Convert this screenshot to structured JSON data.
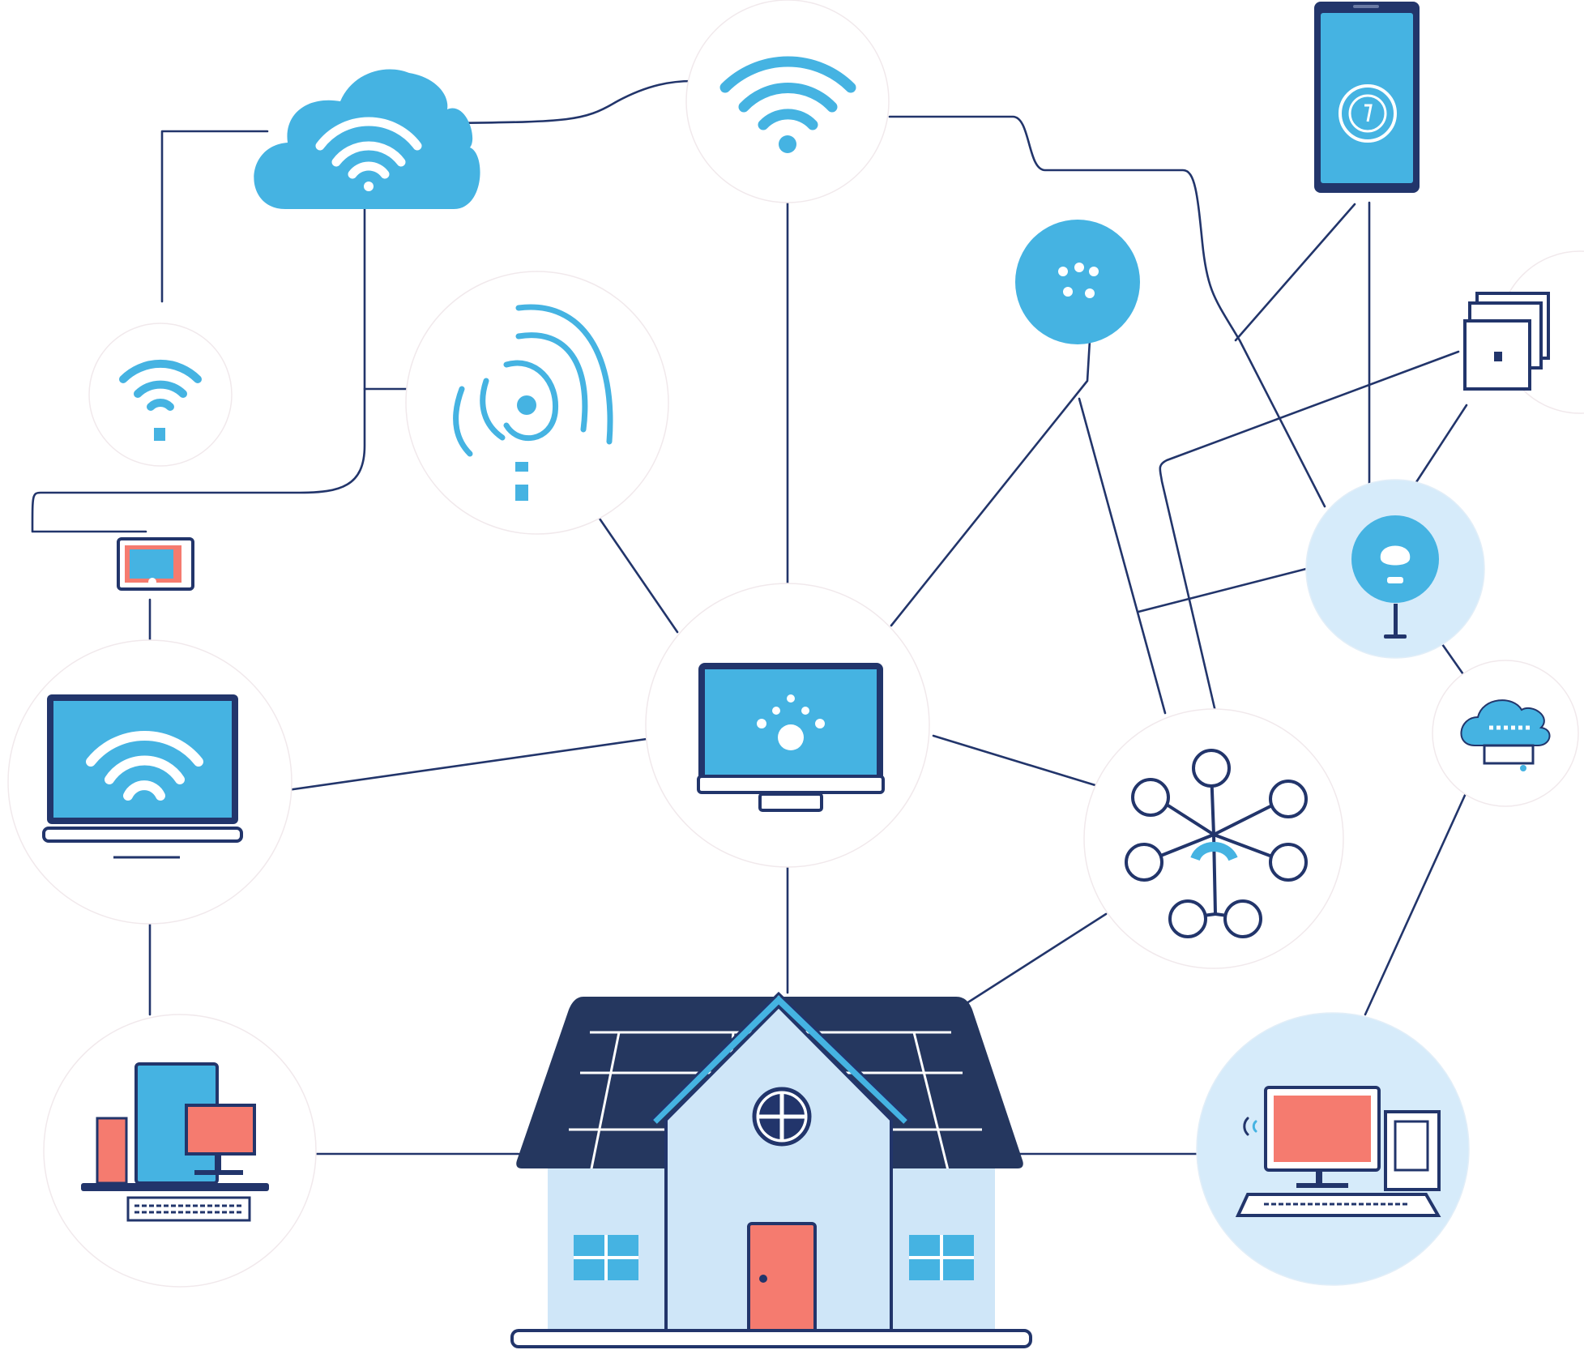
{
  "diagram": {
    "title": "",
    "nodes": [
      {
        "id": "cloud-wifi",
        "icon": "cloud-wifi-icon"
      },
      {
        "id": "wifi-top",
        "icon": "wifi-icon"
      },
      {
        "id": "smartphone",
        "icon": "smartphone-icon"
      },
      {
        "id": "wifi-small",
        "icon": "wifi-icon"
      },
      {
        "id": "signal-swirl",
        "icon": "wireless-signal-icon"
      },
      {
        "id": "blue-dot",
        "icon": "device-dot-icon"
      },
      {
        "id": "storage",
        "icon": "storage-box-icon"
      },
      {
        "id": "plug",
        "icon": "power-adapter-icon"
      },
      {
        "id": "bulb",
        "icon": "smart-bulb-icon"
      },
      {
        "id": "laptop",
        "icon": "laptop-wifi-icon"
      },
      {
        "id": "monitor",
        "icon": "monitor-hub-icon"
      },
      {
        "id": "network-hub",
        "icon": "network-hub-icon"
      },
      {
        "id": "cloud-small",
        "icon": "cloud-storage-icon"
      },
      {
        "id": "desk-devices",
        "icon": "desk-devices-icon"
      },
      {
        "id": "house",
        "icon": "smart-house-icon"
      },
      {
        "id": "desktop",
        "icon": "desktop-computer-icon"
      }
    ]
  },
  "colors": {
    "navy": "#22356b",
    "sky": "#45b3e2",
    "pale": "#d6ebfa",
    "coral": "#f57b6f",
    "roof": "#25375f"
  }
}
